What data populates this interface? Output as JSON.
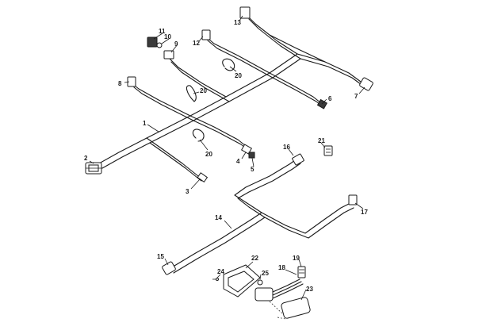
{
  "callouts": {
    "c1": "1",
    "c2": "2",
    "c3": "3",
    "c4": "4",
    "c5": "5",
    "c6": "6",
    "c7": "7",
    "c8": "8",
    "c9": "9",
    "c10": "10",
    "c11": "11",
    "c12": "12",
    "c13": "13",
    "c14": "14",
    "c15": "15",
    "c16": "16",
    "c17": "17",
    "c18": "18",
    "c19": "19",
    "c20a": "20",
    "c20b": "20",
    "c20c": "20",
    "c21": "21",
    "c22": "22",
    "c23": "23",
    "c24": "24",
    "c25": "25"
  }
}
